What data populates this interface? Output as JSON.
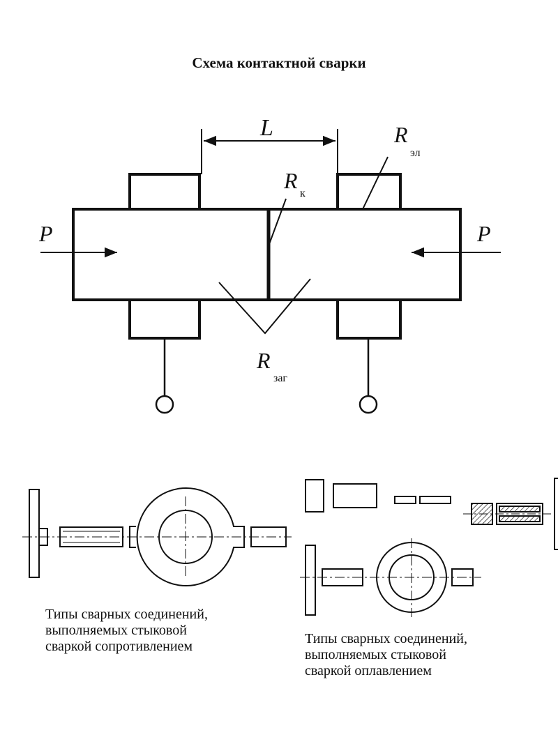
{
  "title": "Схема контактной сварки",
  "labels": {
    "length": "L",
    "force_left": "P",
    "force_right": "P",
    "r_el_main": "R",
    "r_el_sub": "эл",
    "r_k_main": "R",
    "r_k_sub": "к",
    "r_zag_main": "R",
    "r_zag_sub": "заг"
  },
  "captions": {
    "left": [
      "Типы сварных соединений,",
      "выполняемых стыковой",
      "сваркой сопротивлением"
    ],
    "right": [
      "Типы сварных соединений,",
      "выполняемых стыковой",
      "сваркой оплавлением"
    ]
  }
}
